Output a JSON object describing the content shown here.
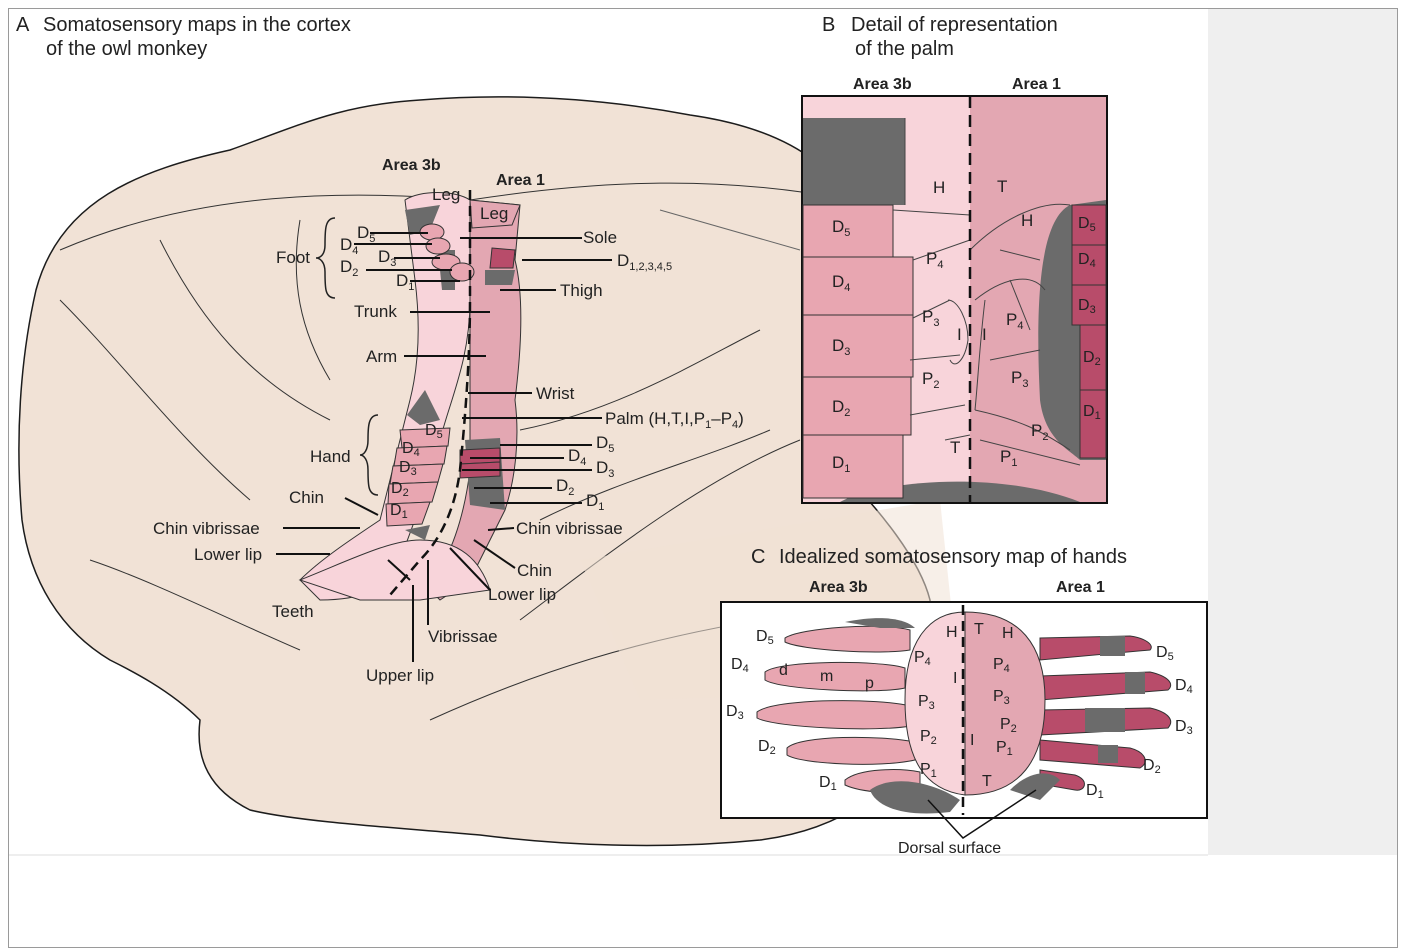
{
  "colors": {
    "brain": "#f1e2d6",
    "pink_light": "#f8d4da",
    "pink_mid": "#e8a6b1",
    "pink_area1": "#e3a7b2",
    "pink_dark": "#b84c6a",
    "grey": "#6b6b6b",
    "line": "#1c1c1c"
  },
  "panel_a": {
    "title_letter": "A",
    "title_line1": "Somatosensory maps in the cortex",
    "title_line2": "of the owl monkey",
    "area3b": "Area 3b",
    "area1": "Area 1",
    "labels": {
      "leg_3b": "Leg",
      "leg_1": "Leg",
      "foot": "Foot",
      "d5": "D",
      "d4": "D",
      "d3": "D",
      "d2": "D",
      "d1": "D",
      "sole": "Sole",
      "d12345": "D",
      "d12345_sub": "1,2,3,4,5",
      "thigh": "Thigh",
      "trunk": "Trunk",
      "arm": "Arm",
      "wrist": "Wrist",
      "palm": "Palm (H,T,I,P",
      "palm_sub1": "1",
      "palm_dash": "–P",
      "palm_sub4": "4",
      "palm_end": ")",
      "hand": "Hand",
      "chin": "Chin",
      "chin_vibrissae_left": "Chin vibrissae",
      "lower_lip_left": "Lower lip",
      "teeth": "Teeth",
      "upper_lip": "Upper lip",
      "vibrissae": "Vibrissae",
      "lower_lip_right": "Lower lip",
      "chin_right": "Chin",
      "chin_vibrissae_right": "Chin vibrissae"
    }
  },
  "panel_b": {
    "title_letter": "B",
    "title_line1": "Detail of representation",
    "title_line2": "of the palm",
    "area3b": "Area 3b",
    "area1": "Area 1",
    "labels": [
      "H",
      "T",
      "H",
      "P",
      "P",
      "P",
      "I",
      "I",
      "P",
      "P",
      "T",
      "P",
      "P"
    ],
    "digits_left": [
      "5",
      "4",
      "3",
      "2",
      "1"
    ],
    "digits_right": [
      "5",
      "4",
      "3",
      "2",
      "1"
    ]
  },
  "panel_c": {
    "title_letter": "C",
    "title_text": "Idealized somatosensory map of hands",
    "area3b": "Area 3b",
    "area1": "Area 1",
    "digit_labels_left": [
      "5",
      "4",
      "3",
      "2",
      "1"
    ],
    "digit_labels_right": [
      "5",
      "4",
      "3",
      "2",
      "1"
    ],
    "segment_labels": [
      "d",
      "m",
      "p"
    ],
    "palm_labels": [
      "H",
      "T",
      "H",
      "I",
      "I",
      "T"
    ],
    "dorsal_surface": "Dorsal surface"
  }
}
